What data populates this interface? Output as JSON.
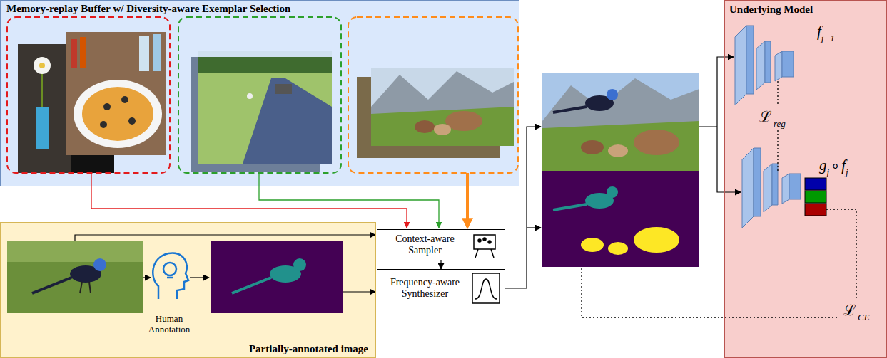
{
  "diagram": {
    "nodes": [
      {
        "text": [
          "Memory-replay Buffer w/ Diversity-aware Exemplar Selection"
        ]
      },
      {
        "text": [
          "Partially-annotated image"
        ]
      },
      {
        "text": [
          "Context-aware Sampler"
        ]
      },
      {
        "text": [
          "Frequency-aware Synthesizer"
        ]
      },
      {
        "text": [
          "Underlying Model"
        ]
      }
    ],
    "edges": [
      {
        "from": 2,
        "to": 3,
        "arrow": "to"
      }
    ],
    "labels": [
      "Human Annotation",
      "f",
      "j−1",
      "g",
      "j",
      "∘",
      "f",
      "j",
      "ℒ",
      "reg",
      "ℒ",
      "CE"
    ]
  }
}
